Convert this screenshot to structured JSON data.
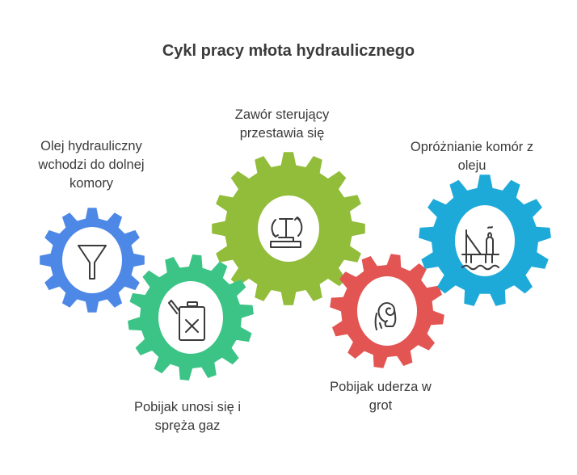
{
  "title": "Cykl pracy młota hydraulicznego",
  "steps": [
    {
      "id": "oil-in",
      "lines": [
        "Olej hydrauliczny",
        "wchodzi do dolnej",
        "komory"
      ],
      "color": "#4e88e6",
      "icon": "funnel-icon"
    },
    {
      "id": "piston-up",
      "lines": [
        "Pobijak unosi się i",
        "spręża gaz"
      ],
      "color": "#3cc486",
      "icon": "jerrycan-icon"
    },
    {
      "id": "valve",
      "lines": [
        "Zawór sterujący",
        "przestawia się"
      ],
      "color": "#92bd3a",
      "icon": "valve-lever-icon"
    },
    {
      "id": "piston-hit",
      "lines": [
        "Pobijak uderza w",
        "grot"
      ],
      "color": "#e35552",
      "icon": "ram-icon"
    },
    {
      "id": "drain",
      "lines": [
        "Opróżnianie komór z",
        "oleju"
      ],
      "color": "#1eaad9",
      "icon": "oil-platform-icon"
    }
  ]
}
